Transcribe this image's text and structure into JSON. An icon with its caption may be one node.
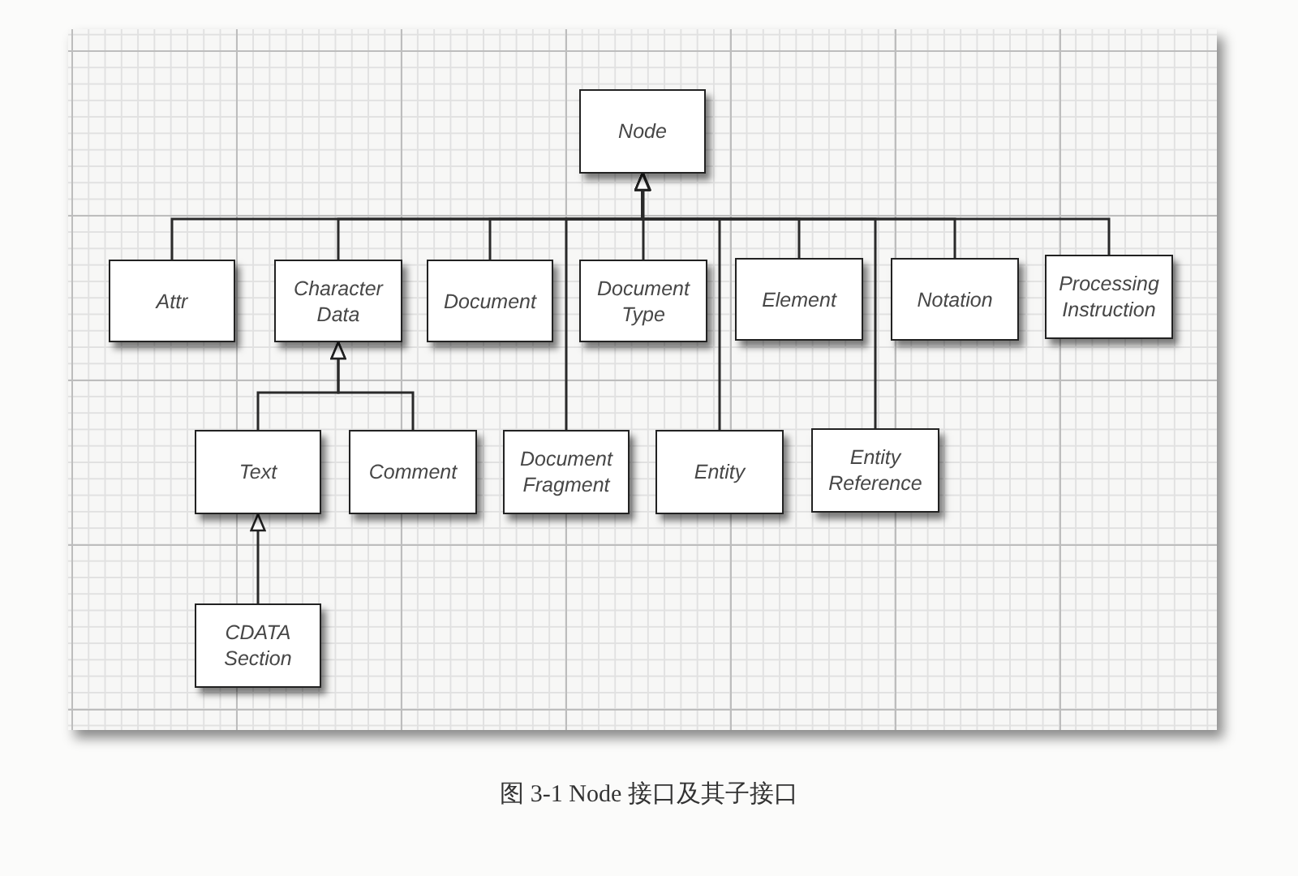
{
  "diagram": {
    "caption": "图 3-1 Node 接口及其子接口",
    "nodes": [
      {
        "text": [
          "Node"
        ]
      },
      {
        "text": [
          "Attr"
        ]
      },
      {
        "text": [
          "Character Data"
        ]
      },
      {
        "text": [
          "Document"
        ]
      },
      {
        "text": [
          "Document Type"
        ]
      },
      {
        "text": [
          "Element"
        ]
      },
      {
        "text": [
          "Notation"
        ]
      },
      {
        "text": [
          "Processing Instruction"
        ]
      },
      {
        "text": [
          "Text"
        ]
      },
      {
        "text": [
          "Comment"
        ]
      },
      {
        "text": [
          "Document Fragment"
        ]
      },
      {
        "text": [
          "Entity"
        ]
      },
      {
        "text": [
          "Entity Reference"
        ]
      },
      {
        "text": [
          "CDATA Section"
        ]
      }
    ],
    "edges": [
      {
        "from": 1,
        "to": 0,
        "arrow": "to"
      },
      {
        "from": 2,
        "to": 0,
        "arrow": "to"
      },
      {
        "from": 3,
        "to": 0,
        "arrow": "to"
      },
      {
        "from": 4,
        "to": 0,
        "arrow": "to"
      },
      {
        "from": 5,
        "to": 0,
        "arrow": "to"
      },
      {
        "from": 6,
        "to": 0,
        "arrow": "to"
      },
      {
        "from": 7,
        "to": 0,
        "arrow": "to"
      },
      {
        "from": 10,
        "to": 0,
        "arrow": "to"
      },
      {
        "from": 11,
        "to": 0,
        "arrow": "to"
      },
      {
        "from": 12,
        "to": 0,
        "arrow": "to"
      },
      {
        "from": 8,
        "to": 2,
        "arrow": "to"
      },
      {
        "from": 9,
        "to": 2,
        "arrow": "to"
      },
      {
        "from": 13,
        "to": 8,
        "arrow": "to"
      }
    ]
  }
}
